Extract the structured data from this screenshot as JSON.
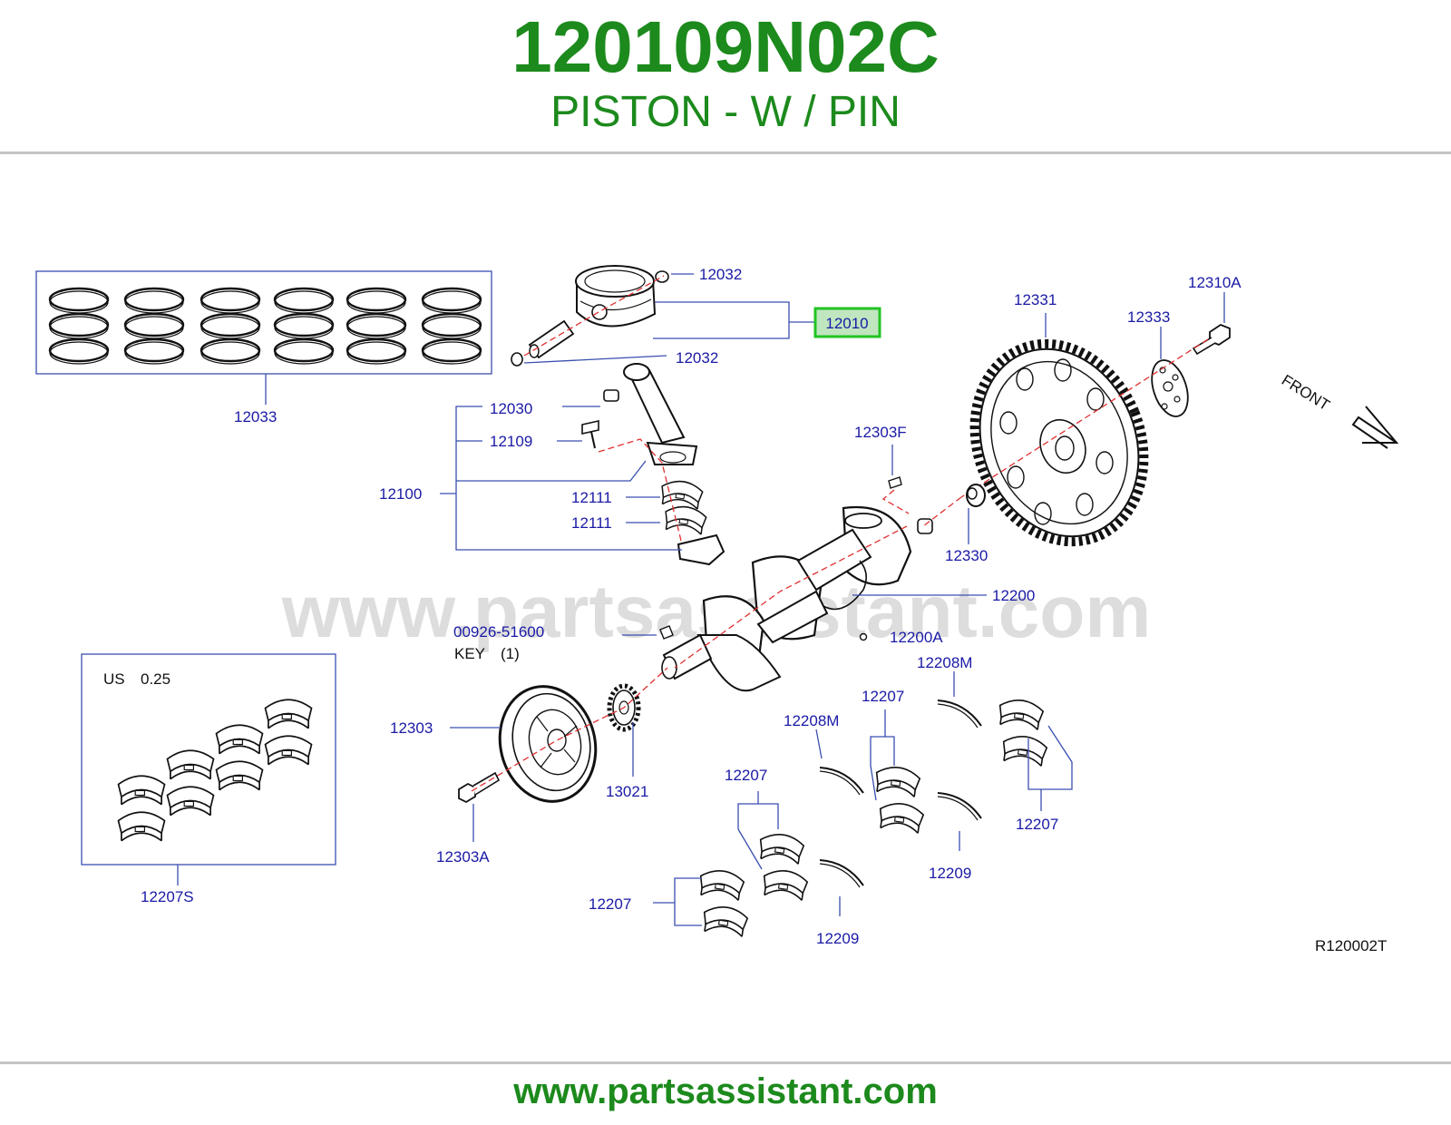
{
  "header": {
    "part_number": "120109N02C",
    "part_name": "PISTON - W / PIN"
  },
  "footer": {
    "url": "www.partsassistant.com"
  },
  "diagram": {
    "watermark": "www.partsassistant.com",
    "reference_code": "R120002T",
    "highlighted_part": "12010",
    "labels": {
      "p12032_top": "12032",
      "p12010": "12010",
      "p12032_bottom": "12032",
      "p12033": "12033",
      "p12030": "12030",
      "p12109": "12109",
      "p12100": "12100",
      "p12111_a": "12111",
      "p12111_b": "12111",
      "p12331": "12331",
      "p12333": "12333",
      "p12310A": "12310A",
      "front": "FRONT",
      "p12303F": "12303F",
      "p12330": "12330",
      "p12200": "12200",
      "p12200A": "12200A",
      "p00926": "00926-51600",
      "key": "KEY",
      "key_qty": "(1)",
      "us_size": "US",
      "us_value": "0.25",
      "p12207S": "12207S",
      "p12303": "12303",
      "p13021": "13021",
      "p12303A": "12303A",
      "p12208M_a": "12208M",
      "p12208M_b": "12208M",
      "p12207_a": "12207",
      "p12207_b": "12207",
      "p12207_c": "12207",
      "p12207_d": "12207",
      "p12209_a": "12209",
      "p12209_b": "12209"
    }
  },
  "colors": {
    "brand_green": "#1c8a1c",
    "highlight_green": "#22c322",
    "highlight_fill": "#bfe6bf",
    "label_blue": "#1a1aa6",
    "leader_blue": "#3a4fb0",
    "centerline_red": "#e03030",
    "part_line": "#111111",
    "watermark_gray": "#dddddd"
  }
}
